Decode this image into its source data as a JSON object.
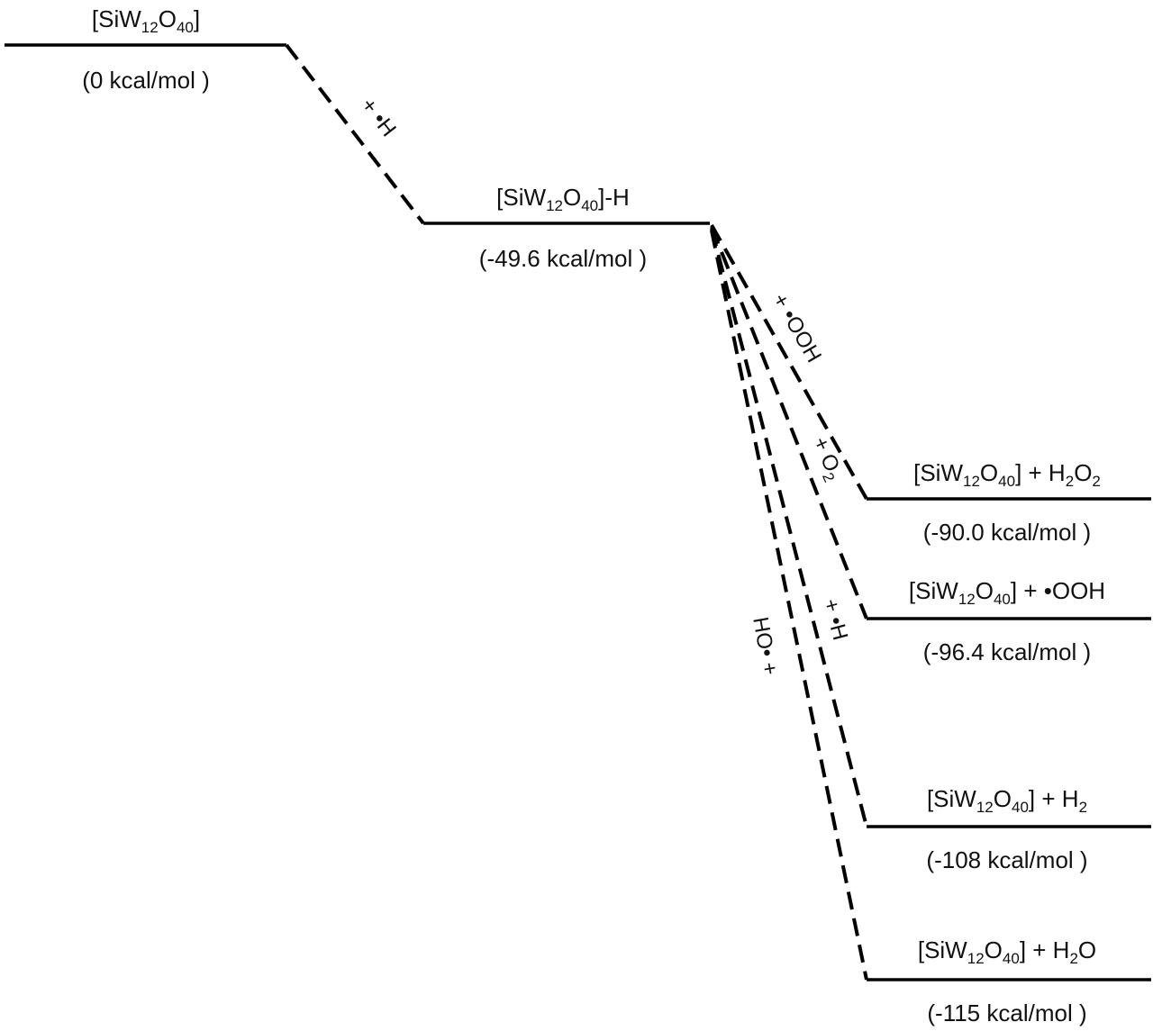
{
  "levels": {
    "reactant": {
      "species": "[SiW12O40]",
      "energy": "(0 kcal/mol )"
    },
    "intermediate": {
      "species": "[SiW12O40]-H",
      "energy": "(-49.6 kcal/mol )"
    },
    "h2o2": {
      "species": "[SiW12O40] + H2O2",
      "energy": "(-90.0 kcal/mol )"
    },
    "ooh": {
      "species": "[SiW12O40] + •OOH",
      "energy": "(-96.4 kcal/mol )"
    },
    "h2": {
      "species": "[SiW12O40] + H2",
      "energy": "(-108 kcal/mol )"
    },
    "h2o": {
      "species": "[SiW12O40] + H2O",
      "energy": "(-115 kcal/mol )"
    }
  },
  "paths": {
    "add_h_first": "+ •H",
    "add_ooh": "+ •OOH",
    "add_o2": "+ O2",
    "add_h": "+ •H",
    "add_oh": "+ •OH"
  }
}
